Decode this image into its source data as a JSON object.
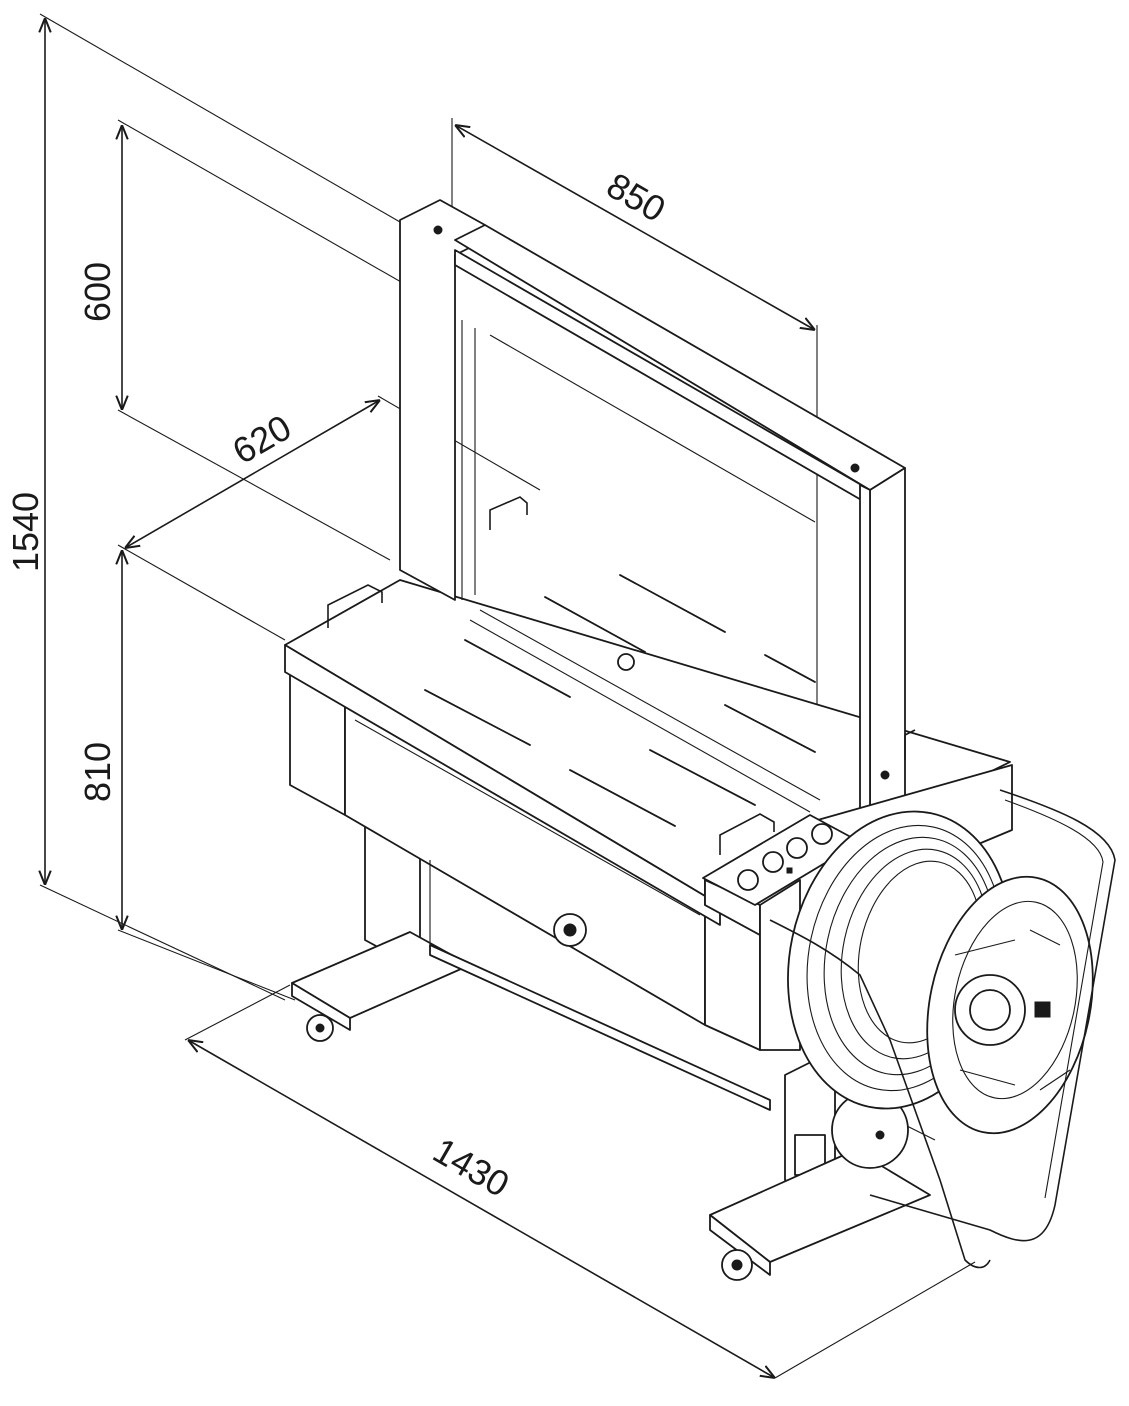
{
  "dimensions": {
    "total_height": "1540",
    "arch_height": "600",
    "table_depth": "620",
    "arch_width": "850",
    "table_height": "810",
    "total_length": "1430"
  }
}
